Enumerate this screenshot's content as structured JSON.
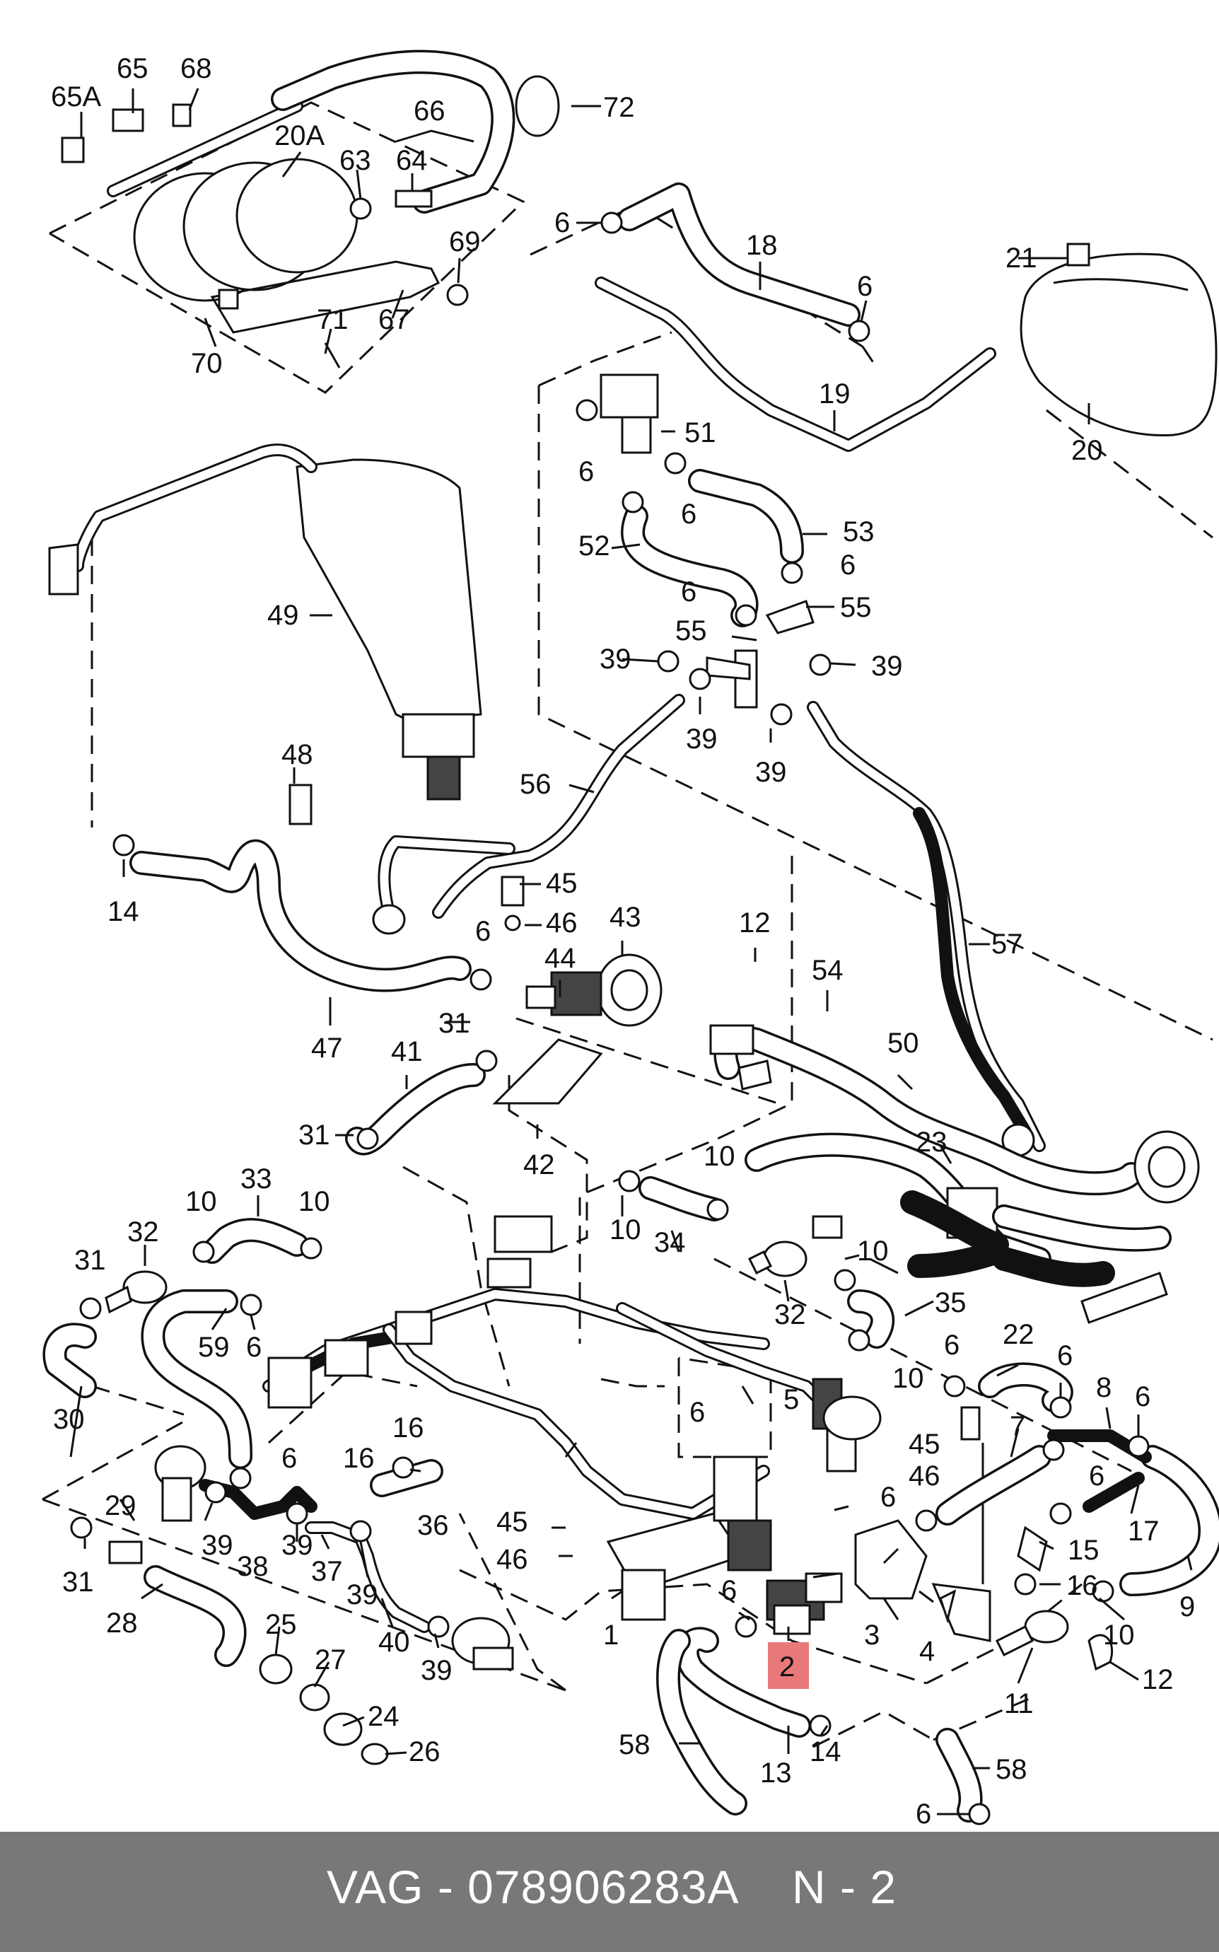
{
  "footer": {
    "part_code": "VAG - 078906283A",
    "position": "N - 2"
  },
  "highlight_color": "#e8787a",
  "callouts": [
    "65A",
    "65",
    "68",
    "20A",
    "63",
    "64",
    "66",
    "72",
    "69",
    "71",
    "67",
    "70",
    "6",
    "18",
    "21",
    "20",
    "19",
    "51",
    "52",
    "53",
    "55",
    "39",
    "49",
    "48",
    "56",
    "14",
    "47",
    "45",
    "46",
    "43",
    "44",
    "12",
    "54",
    "57",
    "41",
    "31",
    "42",
    "50",
    "23",
    "10",
    "33",
    "32",
    "34",
    "35",
    "59",
    "30",
    "22",
    "8",
    "7",
    "5",
    "15",
    "16",
    "17",
    "9",
    "38",
    "37",
    "40",
    "36",
    "29",
    "28",
    "25",
    "27",
    "24",
    "26",
    "1",
    "2",
    "3",
    "4",
    "11",
    "13",
    "58"
  ],
  "diagram_labels": {
    "l65A": "65A",
    "l65": "65",
    "l68": "68",
    "l20A": "20A",
    "l63": "63",
    "l64": "64",
    "l66": "66",
    "l72": "72",
    "l69": "69",
    "l71": "71",
    "l67": "67",
    "l70": "70",
    "l6": "6",
    "l18": "18",
    "l21": "21",
    "l20": "20",
    "l19": "19",
    "l51": "51",
    "l52": "52",
    "l53": "53",
    "l55": "55",
    "l39": "39",
    "l49": "49",
    "l48": "48",
    "l56": "56",
    "l14": "14",
    "l47": "47",
    "l45": "45",
    "l46": "46",
    "l43": "43",
    "l44": "44",
    "l12": "12",
    "l54": "54",
    "l57": "57",
    "l41": "41",
    "l31": "31",
    "l42": "42",
    "l50": "50",
    "l23": "23",
    "l10": "10",
    "l33": "33",
    "l32": "32",
    "l34": "34",
    "l35": "35",
    "l59": "59",
    "l30": "30",
    "l22": "22",
    "l8": "8",
    "l7": "7",
    "l5": "5",
    "l15": "15",
    "l16": "16",
    "l17": "17",
    "l9": "9",
    "l38": "38",
    "l37": "37",
    "l40": "40",
    "l36": "36",
    "l29": "29",
    "l28": "28",
    "l25": "25",
    "l27": "27",
    "l24": "24",
    "l26": "26",
    "l1": "1",
    "l2": "2",
    "l3": "3",
    "l4": "4",
    "l11": "11",
    "l13": "13",
    "l58": "58"
  }
}
